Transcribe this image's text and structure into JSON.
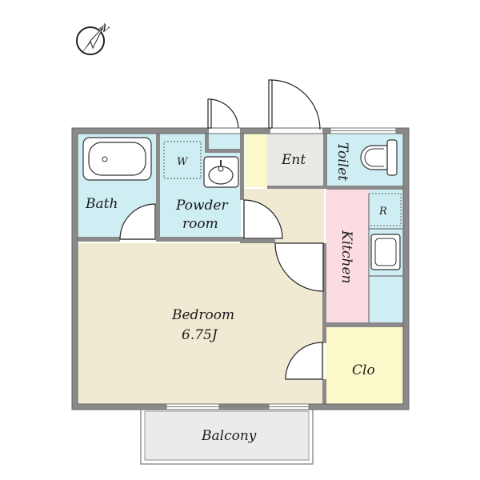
{
  "compass": {
    "label": "N"
  },
  "rooms": {
    "bath": "Bath",
    "powder_line1": "Powder",
    "powder_line2": "room",
    "washer": "W",
    "entrance": "Ent",
    "toilet": "Toilet",
    "fridge": "R",
    "kitchen": "Kitchen",
    "bedroom": "Bedroom",
    "bedroom_size": "6.75J",
    "closet": "Clo",
    "balcony": "Balcony"
  },
  "colors": {
    "wall": "#8a8a8a",
    "bath": "#cfeef3",
    "powder": "#cfeef3",
    "toilet": "#cfeef3",
    "entrance": "#e9e9e6",
    "entrance_step": "#fbf8c9",
    "hall": "#f1ead2",
    "bedroom": "#f1ead2",
    "kitchen": "#fbdce3",
    "kitchen_counter": "#cfeef3",
    "closet": "#fbf8c9",
    "balcony": "#ebebeb"
  }
}
